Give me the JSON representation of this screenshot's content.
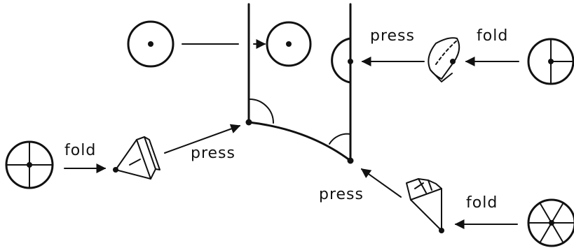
{
  "labels": {
    "fold_top": "fold",
    "press_top": "press",
    "fold_left": "fold",
    "press_left": "press",
    "press_bottom": "press",
    "fold_bottom": "fold"
  },
  "colors": {
    "ink": "#111111",
    "background": "#ffffff"
  }
}
